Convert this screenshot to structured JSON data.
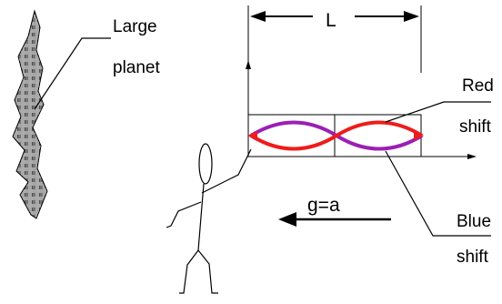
{
  "labels": {
    "planet_line1": "Large",
    "planet_line2": "planet",
    "length": "L",
    "red_line1": "Red",
    "red_line2": "shift",
    "blue_line1": "Blue",
    "blue_line2": "shift",
    "gravity": "g=a"
  },
  "colors": {
    "red_wave": "#ee1c1c",
    "purple_wave": "#9b1fb5",
    "ink": "#000000"
  }
}
